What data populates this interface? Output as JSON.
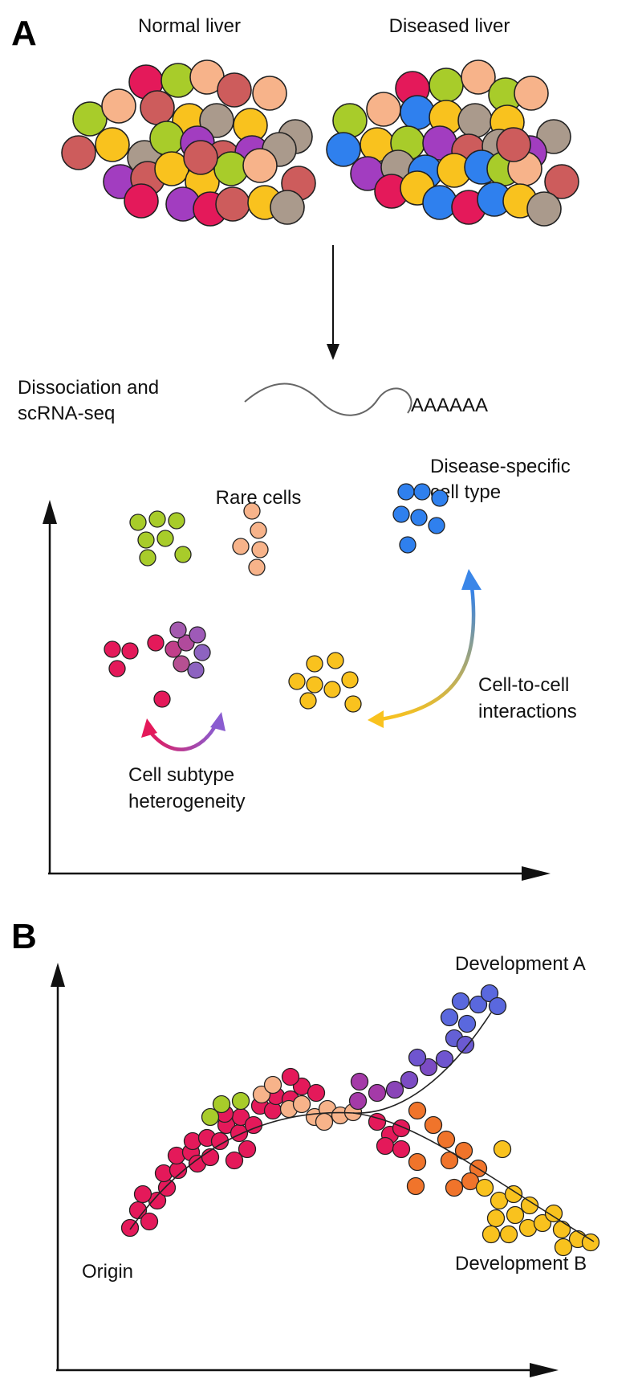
{
  "panel_a": {
    "letter": "A",
    "normal_label": "Normal liver",
    "diseased_label": "Diseased liver",
    "dissociation_line1": "Dissociation and",
    "dissociation_line2": "scRNA-seq",
    "polya": "AAAAAA",
    "rare_cells": "Rare cells",
    "disease_specific_line1": "Disease-specific",
    "disease_specific_line2": "cell type",
    "interactions_line1": "Cell-to-cell",
    "interactions_line2": "interactions",
    "heterogeneity_line1": "Cell subtype",
    "heterogeneity_line2": "heterogeneity"
  },
  "panel_b": {
    "letter": "B",
    "development_a": "Development A",
    "development_b": "Development B",
    "origin": "Origin"
  },
  "colors": {
    "green": "#a8cc2a",
    "peach": "#f7b38a",
    "pink": "#e4195a",
    "salmon": "#cd5c5c",
    "yellow": "#f9c21e",
    "purple": "#a23dc0",
    "grey": "#aa9a8c",
    "blue": "#2f80ee",
    "orange": "#f0742b",
    "violet": "#7d48c8",
    "indigo": "#5a5adf"
  }
}
